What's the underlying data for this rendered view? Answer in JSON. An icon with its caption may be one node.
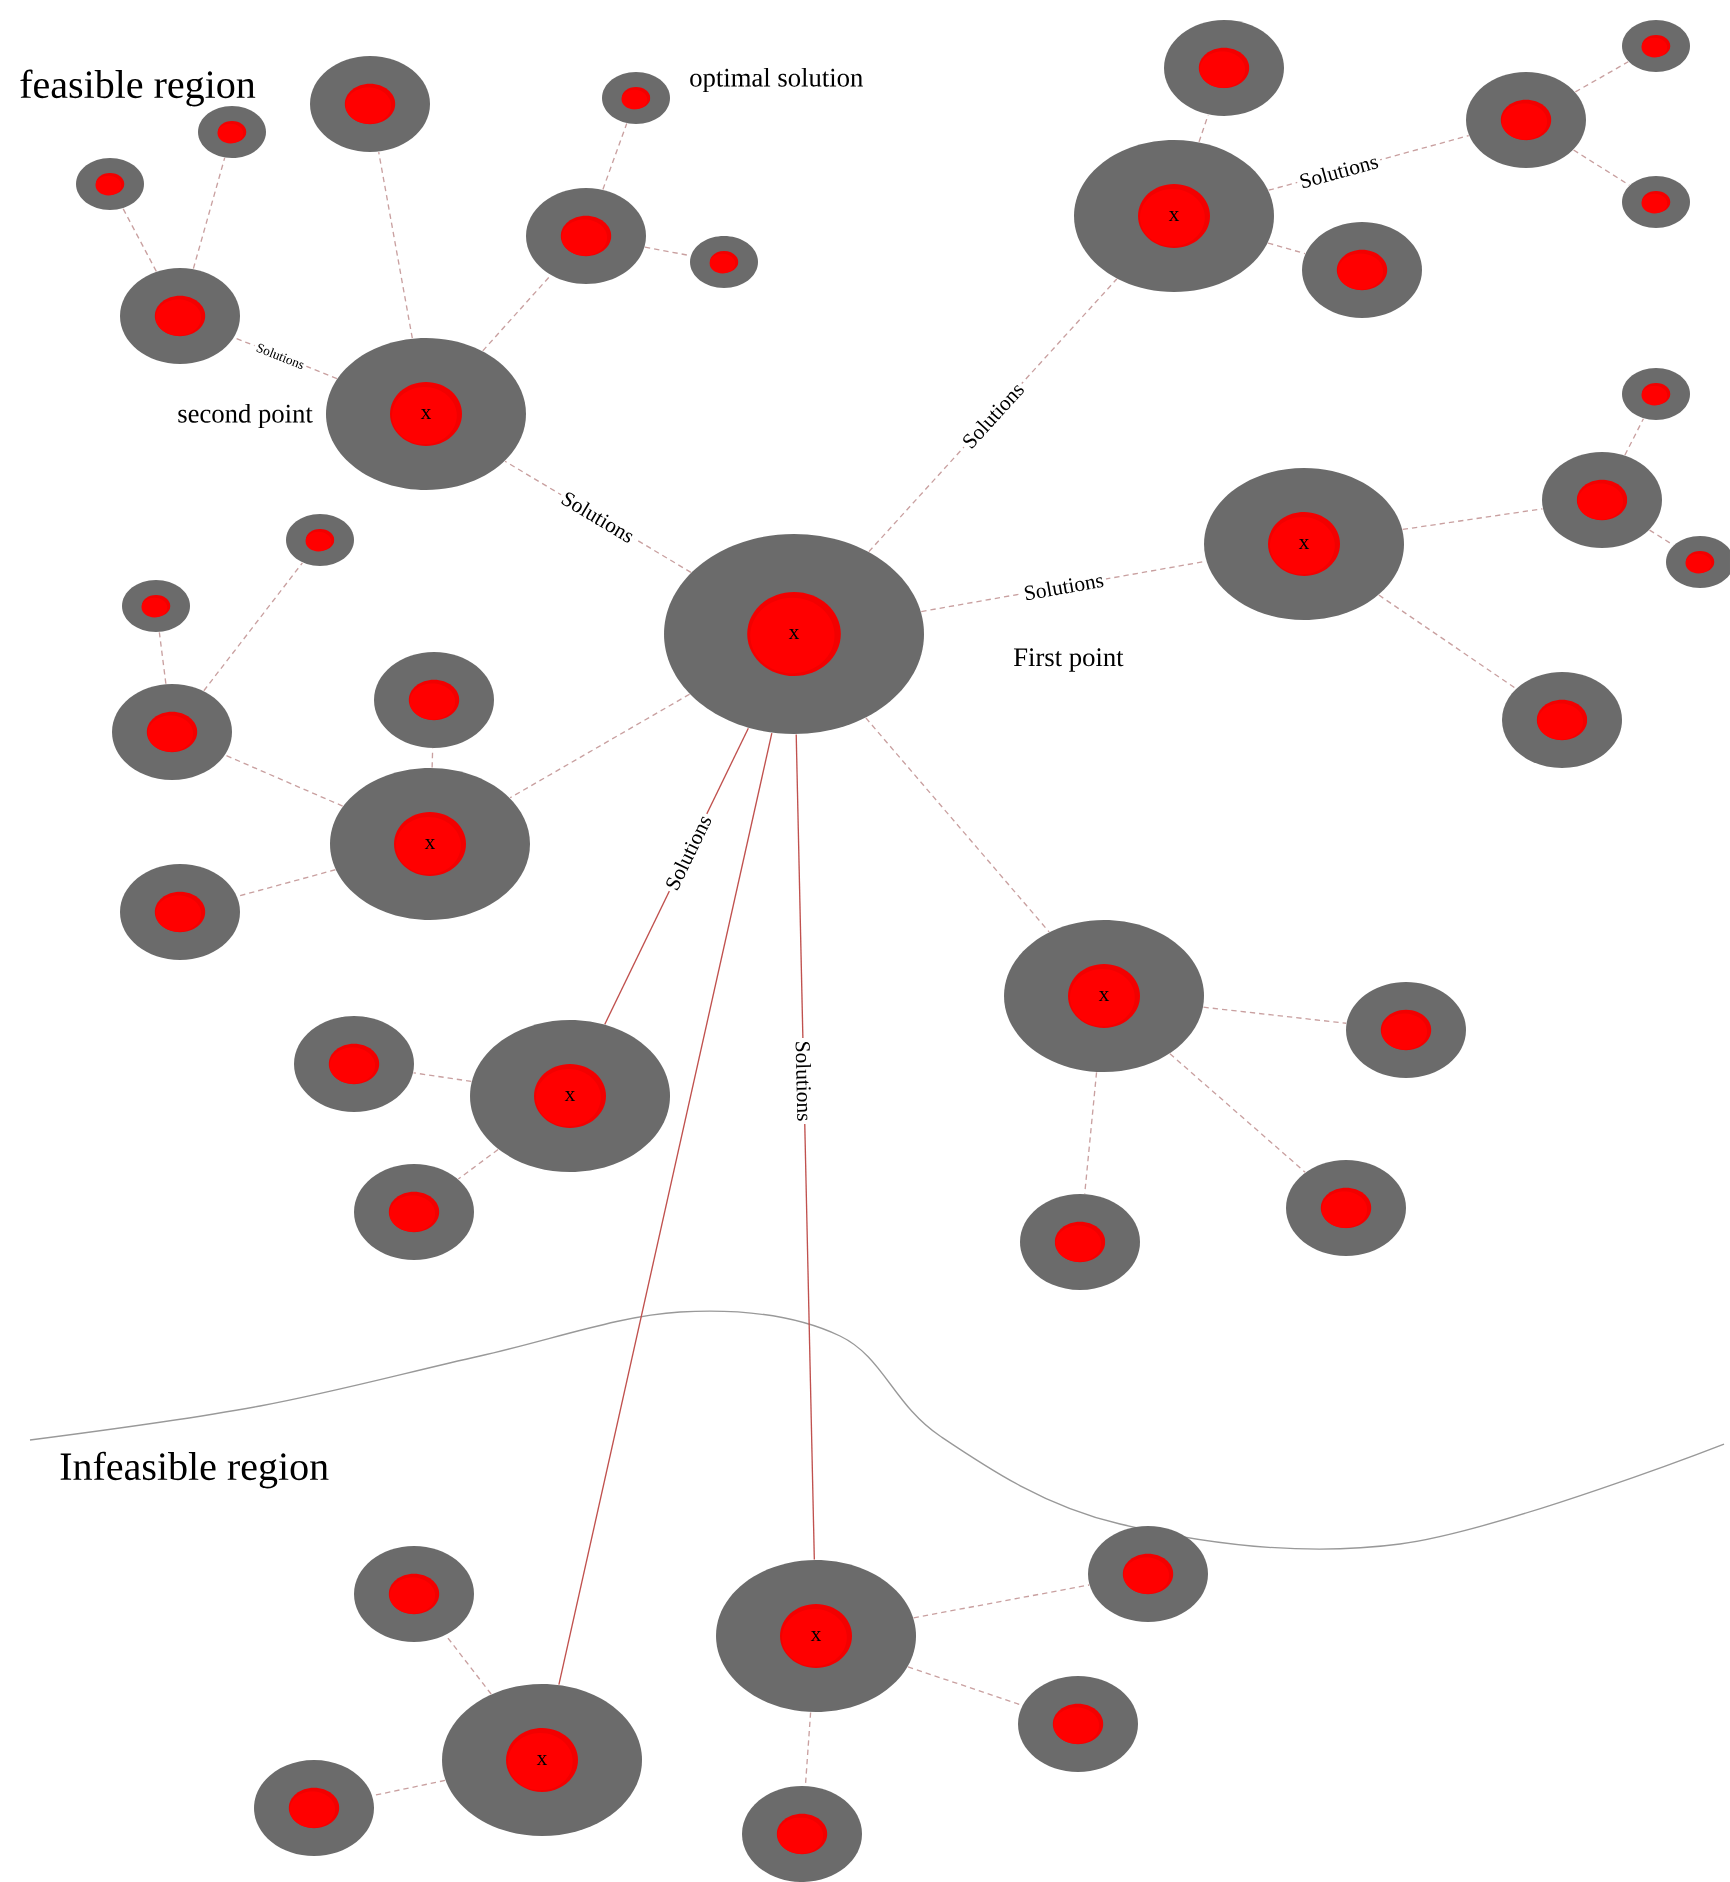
{
  "diagram": {
    "nodes": [
      {
        "text": [
          "x"
        ],
        "beside": [
          "First point"
        ]
      },
      {
        "text": [
          "x"
        ],
        "beside": [
          "second point"
        ]
      },
      {
        "text": [
          "x"
        ]
      },
      {
        "text": [
          "x"
        ]
      },
      {
        "text": [
          "x"
        ]
      },
      {
        "text": [
          "x"
        ]
      },
      {
        "text": [
          "x"
        ]
      },
      {
        "text": [
          "x"
        ]
      },
      {
        "text": [
          "x"
        ]
      },
      {
        "text": [],
        "shape": "circle"
      },
      {
        "text": [],
        "shape": "circle"
      },
      {
        "text": [],
        "shape": "circle"
      },
      {
        "text": [],
        "shape": "circle"
      },
      {
        "text": [],
        "shape": "circle"
      },
      {
        "text": [],
        "shape": "circle",
        "beside": [
          "optimal solution"
        ]
      },
      {
        "text": [],
        "shape": "circle"
      },
      {
        "text": [],
        "shape": "circle"
      },
      {
        "text": [],
        "shape": "circle"
      },
      {
        "text": [],
        "shape": "circle"
      },
      {
        "text": [],
        "shape": "circle"
      },
      {
        "text": [],
        "shape": "circle"
      },
      {
        "text": [],
        "shape": "circle"
      },
      {
        "text": [],
        "shape": "circle"
      },
      {
        "text": [],
        "shape": "circle"
      },
      {
        "text": [],
        "shape": "circle"
      },
      {
        "text": [],
        "shape": "circle"
      },
      {
        "text": [],
        "shape": "circle"
      },
      {
        "text": [],
        "shape": "circle"
      },
      {
        "text": [],
        "shape": "circle"
      },
      {
        "text": [],
        "shape": "circle"
      },
      {
        "text": [],
        "shape": "circle"
      },
      {
        "text": [],
        "shape": "circle"
      },
      {
        "text": [],
        "shape": "circle"
      },
      {
        "text": [],
        "shape": "circle"
      },
      {
        "text": [],
        "shape": "circle"
      },
      {
        "text": [],
        "shape": "circle"
      },
      {
        "text": [],
        "shape": "circle"
      },
      {
        "text": [],
        "shape": "circle"
      },
      {
        "text": [],
        "shape": "circle"
      },
      {
        "text": [],
        "shape": "circle"
      }
    ],
    "edges": [
      {
        "from": 0,
        "to": 1,
        "arrow": "none",
        "label": "Solutions",
        "style": "dashed"
      },
      {
        "from": 0,
        "to": 2,
        "arrow": "none",
        "label": "Solutions",
        "style": "dashed"
      },
      {
        "from": 0,
        "to": 3,
        "arrow": "none",
        "label": "Solutions",
        "style": "dashed"
      },
      {
        "from": 0,
        "to": 4,
        "arrow": "none",
        "style": "dashed"
      },
      {
        "from": 0,
        "to": 5,
        "arrow": "none",
        "label": "Solutions",
        "color": "#c0504d"
      },
      {
        "from": 0,
        "to": 6,
        "arrow": "none",
        "style": "dashed"
      },
      {
        "from": 0,
        "to": 7,
        "arrow": "none",
        "color": "#c0504d"
      },
      {
        "from": 0,
        "to": 8,
        "arrow": "none",
        "label": "Solutions",
        "color": "#c0504d"
      },
      {
        "from": 1,
        "to": 9,
        "arrow": "none",
        "label": "Solutions",
        "style": "dashed"
      },
      {
        "from": 9,
        "to": 10,
        "arrow": "none",
        "style": "dashed"
      },
      {
        "from": 9,
        "to": 11,
        "arrow": "none",
        "style": "dashed"
      },
      {
        "from": 1,
        "to": 12,
        "arrow": "none",
        "style": "dashed"
      },
      {
        "from": 1,
        "to": 13,
        "arrow": "none",
        "style": "dashed"
      },
      {
        "from": 13,
        "to": 14,
        "arrow": "none",
        "style": "dashed"
      },
      {
        "from": 13,
        "to": 15,
        "arrow": "none",
        "style": "dashed"
      },
      {
        "from": 2,
        "to": 16,
        "arrow": "none",
        "style": "dashed"
      },
      {
        "from": 2,
        "to": 17,
        "arrow": "none",
        "style": "dashed"
      },
      {
        "from": 2,
        "to": 18,
        "arrow": "none",
        "label": "Solutions",
        "style": "dashed"
      },
      {
        "from": 18,
        "to": 19,
        "arrow": "none",
        "style": "dashed"
      },
      {
        "from": 18,
        "to": 20,
        "arrow": "none",
        "style": "dashed"
      },
      {
        "from": 3,
        "to": 21,
        "arrow": "none",
        "style": "dashed"
      },
      {
        "from": 21,
        "to": 22,
        "arrow": "none",
        "style": "dashed"
      },
      {
        "from": 21,
        "to": 23,
        "arrow": "none",
        "style": "dashed"
      },
      {
        "from": 3,
        "to": 24,
        "arrow": "none",
        "style": "dashed"
      },
      {
        "from": 4,
        "to": 25,
        "arrow": "none",
        "style": "dashed"
      },
      {
        "from": 25,
        "to": 26,
        "arrow": "none",
        "style": "dashed"
      },
      {
        "from": 25,
        "to": 27,
        "arrow": "none",
        "style": "dashed"
      },
      {
        "from": 4,
        "to": 28,
        "arrow": "none",
        "style": "dashed"
      },
      {
        "from": 4,
        "to": 29,
        "arrow": "none",
        "style": "dashed"
      },
      {
        "from": 5,
        "to": 30,
        "arrow": "none",
        "style": "dashed"
      },
      {
        "from": 5,
        "to": 31,
        "arrow": "none",
        "style": "dashed"
      },
      {
        "from": 6,
        "to": 32,
        "arrow": "none",
        "style": "dashed"
      },
      {
        "from": 6,
        "to": 33,
        "arrow": "none",
        "style": "dashed"
      },
      {
        "from": 6,
        "to": 34,
        "arrow": "none",
        "style": "dashed"
      },
      {
        "from": 7,
        "to": 35,
        "arrow": "none",
        "style": "dashed"
      },
      {
        "from": 7,
        "to": 36,
        "arrow": "none",
        "style": "dashed"
      },
      {
        "from": 8,
        "to": 37,
        "arrow": "none",
        "style": "dashed"
      },
      {
        "from": 8,
        "to": 38,
        "arrow": "none",
        "style": "dashed"
      },
      {
        "from": 8,
        "to": 39,
        "arrow": "none",
        "style": "dashed"
      }
    ],
    "labels": [
      "feasible region",
      "Infeasible region"
    ]
  }
}
